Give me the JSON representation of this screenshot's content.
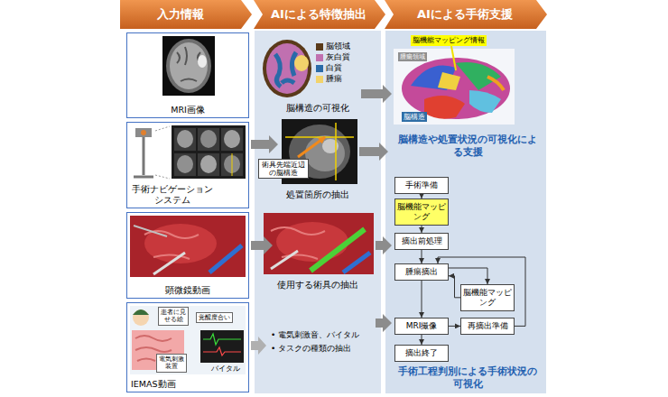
{
  "diagram": {
    "nodes": [
      {
        "text": [
          "入力情報"
        ]
      },
      {
        "text": [
          "AIによる特徴抽出"
        ]
      },
      {
        "text": [
          "AIによる手術支援"
        ]
      },
      {
        "text": [
          "MRI画像"
        ]
      },
      {
        "text": [
          "手術ナビゲーション システム"
        ]
      },
      {
        "text": [
          "顕微鏡動画"
        ]
      },
      {
        "text": [
          "IEMAS動画"
        ]
      },
      {
        "text": [
          "患者に見せる絵"
        ],
        "in": 6
      },
      {
        "text": [
          "覚醒度合い"
        ],
        "in": 6
      },
      {
        "text": [
          "電気刺激装置"
        ],
        "in": 6
      },
      {
        "text": [
          "術具先端近辺の脳構造"
        ]
      },
      {
        "text": [
          "脳機能マッピング情報"
        ]
      },
      {
        "text": [
          "腫瘍領域"
        ]
      },
      {
        "text": [
          "脳構造"
        ]
      },
      {
        "text": [
          "手術準備"
        ]
      },
      {
        "text": [
          "脳機能マッピング"
        ]
      },
      {
        "text": [
          "摘出前処理"
        ]
      },
      {
        "text": [
          "腫瘍摘出"
        ]
      },
      {
        "text": [
          "脳機能マッピング"
        ]
      },
      {
        "text": [
          "MRI撮像"
        ]
      },
      {
        "text": [
          "再摘出準備"
        ]
      },
      {
        "text": [
          "摘出終了"
        ]
      }
    ],
    "edges": [
      {
        "from": 14,
        "to": 15,
        "arrow": "to"
      },
      {
        "from": 15,
        "to": 16,
        "arrow": "to"
      },
      {
        "from": 16,
        "to": 17,
        "arrow": "to"
      },
      {
        "from": 17,
        "to": 18,
        "arrow": "to"
      },
      {
        "from": 18,
        "to": 17,
        "arrow": "to"
      },
      {
        "from": 17,
        "to": 19,
        "arrow": "to"
      },
      {
        "from": 19,
        "to": 20,
        "arrow": "to"
      },
      {
        "from": 20,
        "to": 17,
        "arrow": "to"
      },
      {
        "from": 19,
        "to": 21,
        "arrow": "to"
      }
    ],
    "labels": [
      "バイタル",
      "脳構造の可視化",
      "処置箇所の抽出",
      "使用する術具の抽出",
      "• 電気刺激音、バイタル",
      "• タスクの種類の抽出",
      "脳構造や処置状況の可視化による支援",
      "手術工程判別による手術状況の可視化"
    ],
    "legend": [
      {
        "text": "脳領域",
        "color": "#5a3a1a"
      },
      {
        "text": "灰白質",
        "color": "#c070b0"
      },
      {
        "text": "白質",
        "color": "#2a6aa8"
      },
      {
        "text": "腫瘍",
        "color": "#f2d36b"
      }
    ]
  }
}
